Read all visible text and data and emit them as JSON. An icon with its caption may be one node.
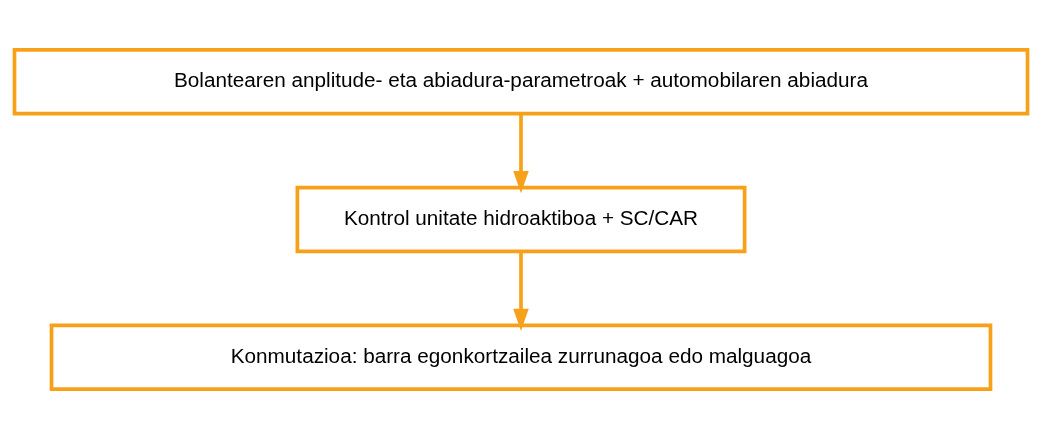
{
  "diagram": {
    "nodes": [
      {
        "text": [
          "Bolantearen anplitude- eta abiadura-parametroak + automobilaren abiadura"
        ]
      },
      {
        "text": [
          "Kontrol unitate hidroaktiboa + SC/CAR"
        ]
      },
      {
        "text": [
          "Konmutazioa: barra egonkortzailea zurrunagoa edo malguagoa"
        ]
      }
    ],
    "edges": [
      {
        "from": 0,
        "to": 1,
        "arrow": "to"
      },
      {
        "from": 1,
        "to": 2,
        "arrow": "to"
      }
    ]
  }
}
